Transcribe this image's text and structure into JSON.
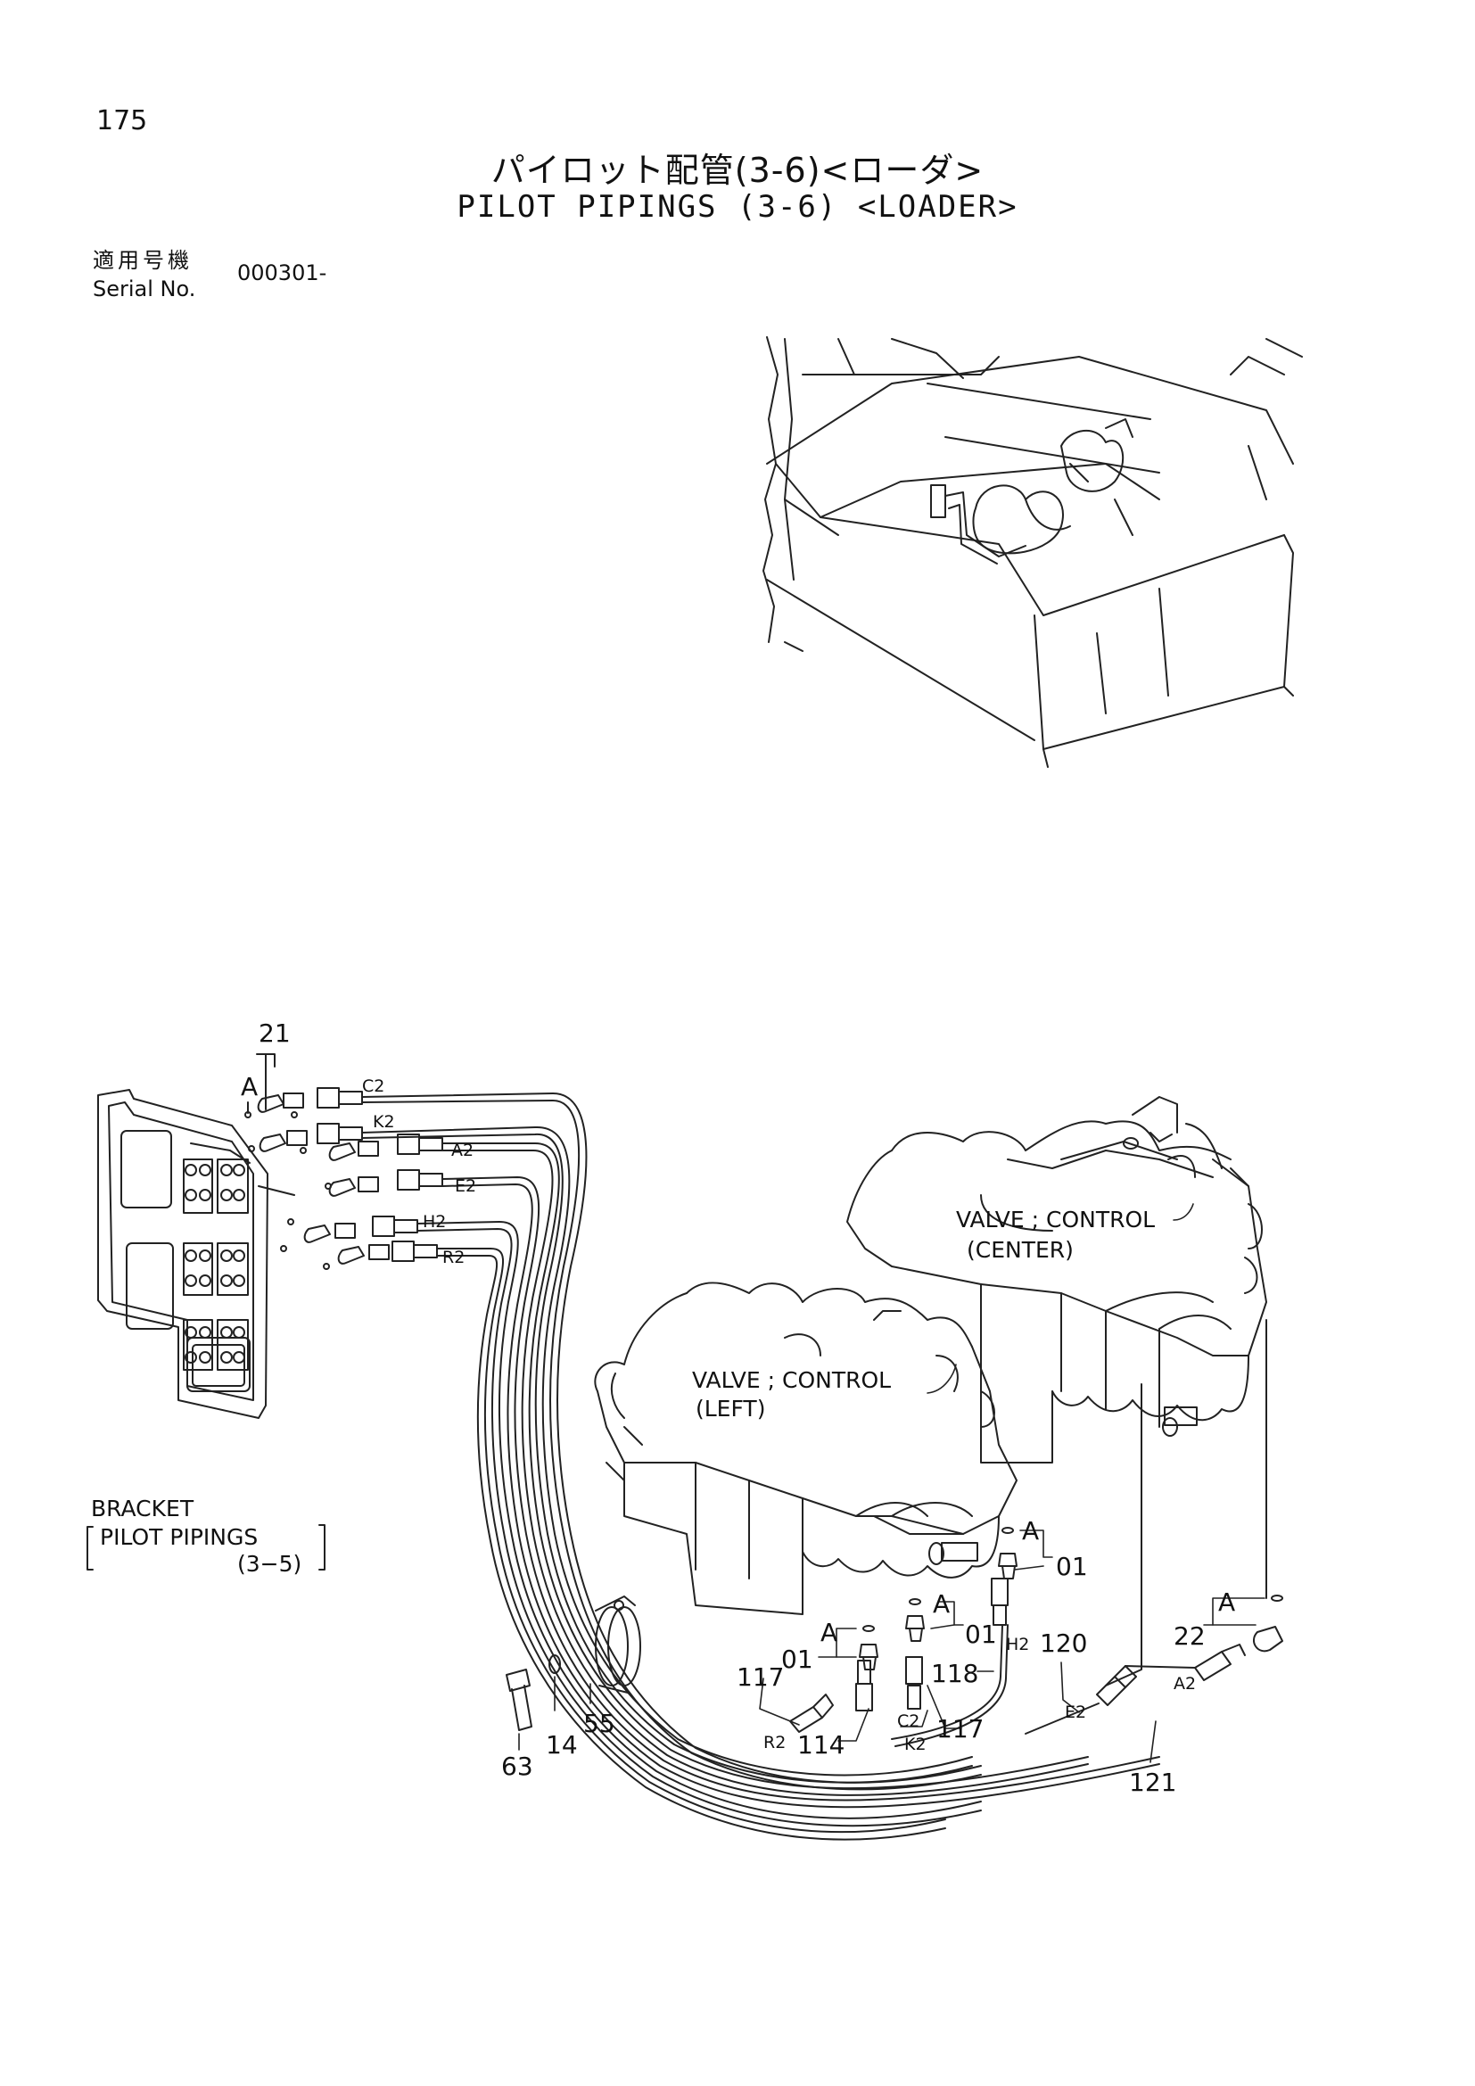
{
  "page": {
    "number": "175"
  },
  "title": {
    "japanese": "パイロット配管(3-6)<ローダ>",
    "english": "PILOT PIPINGS (3-6) <LOADER>"
  },
  "serial": {
    "label_jp": "適用号機",
    "label_en": "Serial No.",
    "value": "000301-"
  },
  "labels": {
    "valve_center_1": "VALVE ; CONTROL",
    "valve_center_2": "(CENTER)",
    "valve_left_1": "VALVE ; CONTROL",
    "valve_left_2": "(LEFT)",
    "bracket_1": "BRACKET",
    "bracket_2": "PILOT PIPINGS",
    "bracket_3": "(3−5)"
  },
  "callouts": {
    "p21": "21",
    "p22": "22",
    "p01a": "01",
    "p01b": "01",
    "p01c": "01",
    "p55": "55",
    "p63": "63",
    "p14": "14",
    "p114": "114",
    "p117a": "117",
    "p117b": "117",
    "p118": "118",
    "p120": "120",
    "p121": "121",
    "A1": "A",
    "A2": "A",
    "A3": "A",
    "A4": "A"
  },
  "hoses": {
    "C2": "C2",
    "K2": "K2",
    "A2": "A2",
    "E2": "E2",
    "H2": "H2",
    "R2": "R2"
  }
}
